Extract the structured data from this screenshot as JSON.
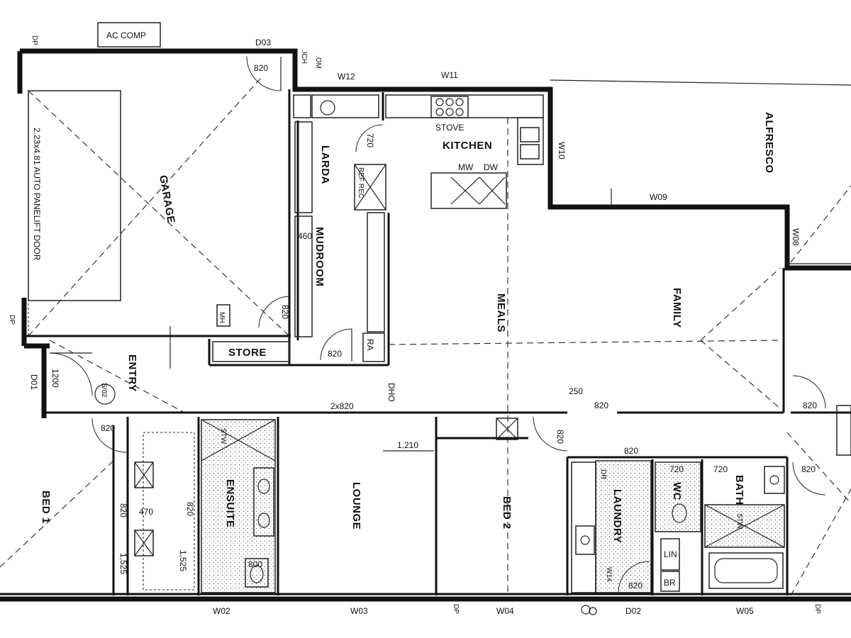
{
  "rooms": {
    "garage": "GARAGE",
    "garage_door": "2.23x4.81 AUTO PANELIFT DOOR",
    "larda": "LARDA",
    "mudroom": "MUDROOM",
    "kitchen": "KITCHEN",
    "stove": "STOVE",
    "mw": "MW",
    "dw": "DW",
    "alfresco": "ALFRESCO",
    "meals": "MEALS",
    "family": "FAMILY",
    "store": "STORE",
    "entry": "ENTRY",
    "bed1": "BED 1",
    "ensuite": "ENSUITE",
    "lounge": "LOUNGE",
    "bed2": "BED 2",
    "laundry": "LAUNDRY",
    "wc": "WC",
    "bath": "BATH",
    "lin": "LIN",
    "br": "BR",
    "ac_comp": "AC COMP",
    "mh": "MH",
    "ra": "RA",
    "dr": "DR",
    "stw": "STW",
    "refrig": "REF REC",
    "s02": "S/02",
    "dho": "DHO"
  },
  "tags": {
    "d03": "D03",
    "w12": "W12",
    "w11": "W11",
    "w10": "W10",
    "w09": "W09",
    "w08": "W08",
    "d01": "D01",
    "w02": "W02",
    "w03": "W03",
    "w04": "W04",
    "w05": "W05",
    "w14": "W14",
    "d02": "D02",
    "dp1": "DP",
    "dp2": "DP",
    "dp3": "DP",
    "dp4": "DP",
    "om": ".OM",
    "ich": ".ICH"
  },
  "dims": {
    "d820_a": "820",
    "d820_b": "820",
    "d820_c": "820",
    "d820_d": "820",
    "d820_e": "820",
    "d820_f": "820",
    "d820_g": "820",
    "d820_h": "820",
    "d820_i": "820",
    "d820_j": "820",
    "d820_k": "820",
    "d820_l": "820",
    "d820_m": "820",
    "d720_a": "720",
    "d720_b": "720",
    "d720_c": "720",
    "d460": "460",
    "d470": "470",
    "d250": "250",
    "d1210": "1,210",
    "d1525_a": "1,525",
    "d1525_b": "1,525",
    "d1200": "1200",
    "d2x820": "2x820",
    "d800": "800"
  },
  "icons": {
    "sink": "sink-icon",
    "cooktop": "cooktop-icon",
    "toilet": "toilet-icon",
    "bathtub": "bathtub-icon"
  }
}
